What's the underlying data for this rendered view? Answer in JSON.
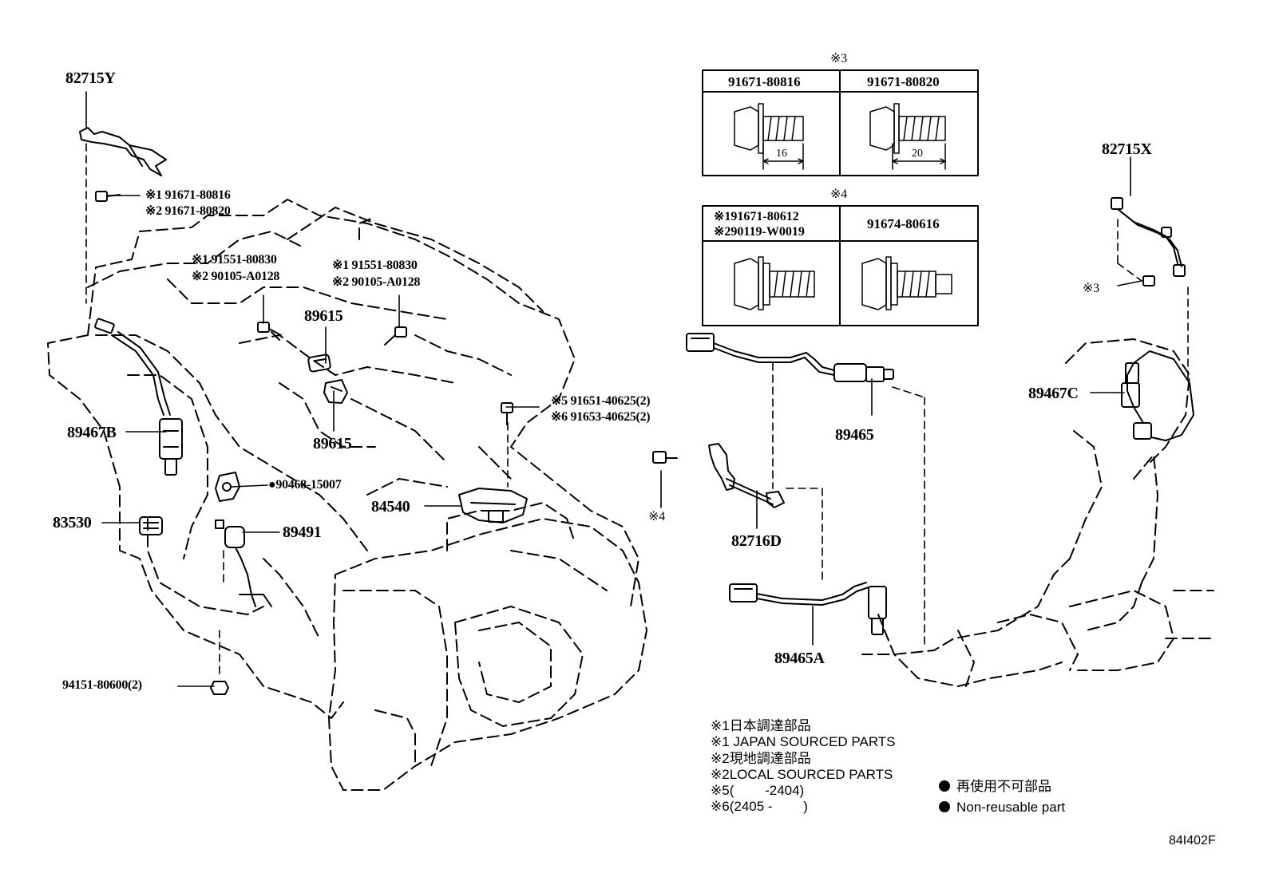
{
  "labels": {
    "p82715Y": "82715Y",
    "p82715X": "82715X",
    "p89467B": "89467B",
    "p89467C": "89467C",
    "p83530": "83530",
    "p89491": "89491",
    "p90468": "●90468-15007",
    "p94151": "94151-80600(2)",
    "p89615a": "89615",
    "p89615b": "89615",
    "p84540": "84540",
    "p89465": "89465",
    "p89465A": "89465A",
    "p82716D": "82716D",
    "bolt_top_1": "※1 91671-80816",
    "bolt_top_2": "※2 91671-80820",
    "bolt_mid1_1": "※1 91551-80830",
    "bolt_mid1_2": "※2 90105-A0128",
    "bolt_mid2_1": "※1 91551-80830",
    "bolt_mid2_2": "※2 90105-A0128",
    "bolt_r_5": "※5 91651-40625(2)",
    "bolt_r_6": "※6 91653-40625(2)",
    "ref3": "※3",
    "ref4": "※4"
  },
  "table3": {
    "title": "※3",
    "col1": "91671-80816",
    "col2": "91671-80820",
    "dim1": "16",
    "dim2": "20"
  },
  "table4": {
    "title": "※4",
    "col1_line1": "※191671-80612",
    "col1_line2": "※290119-W0019",
    "col2": "91674-80616"
  },
  "notes": {
    "n1": "※1日本調達部品",
    "n2": "※1 JAPAN SOURCED PARTS",
    "n3": "※2現地調達部品",
    "n4": "※2LOCAL SOURCED PARTS",
    "n5": "※5(　　 -2404)",
    "n6": "※6(2405 -　　 )",
    "legend1": "再使用不可部品",
    "legend2": "Non-reusable part"
  },
  "code": "84I402F"
}
